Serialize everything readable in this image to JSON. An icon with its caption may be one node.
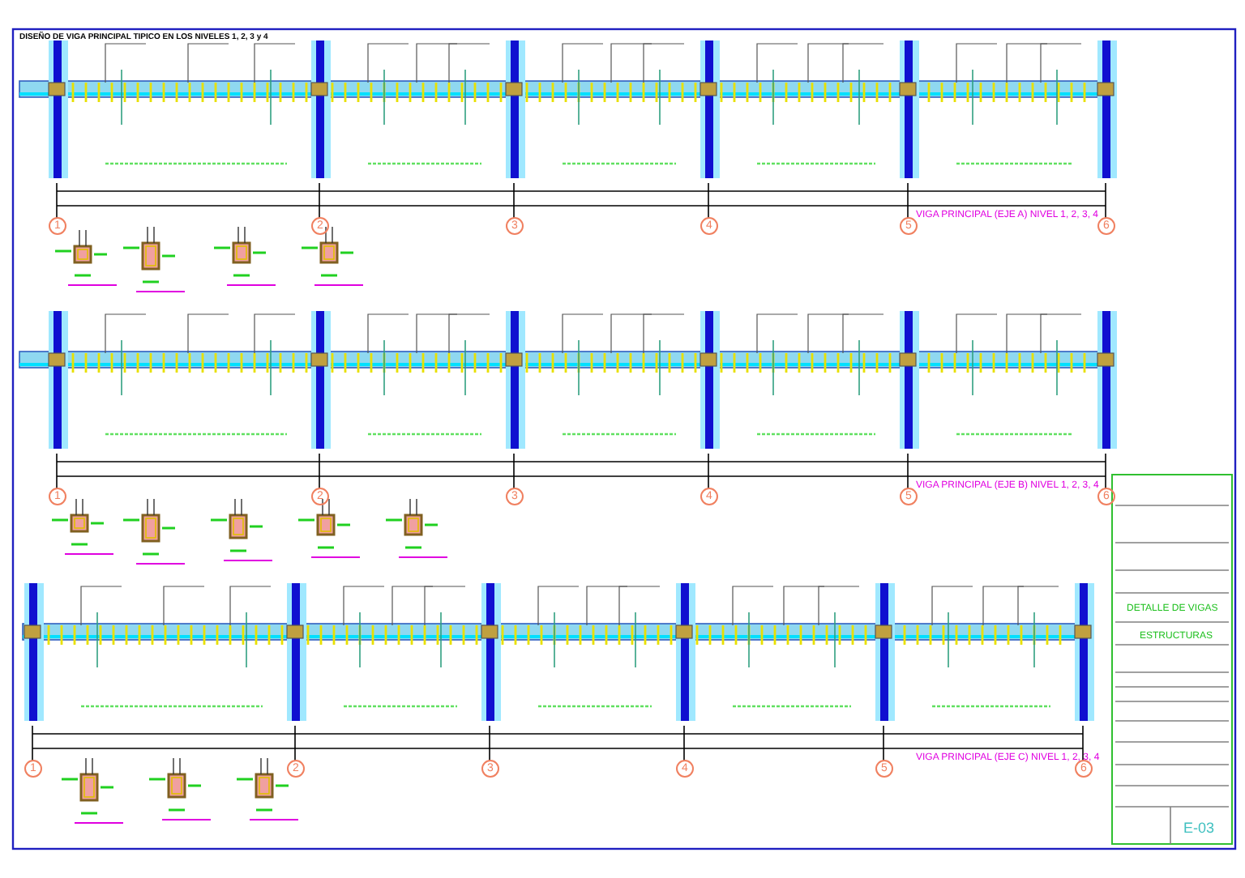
{
  "diagram": {
    "title": "DISEÑO DE VIGA PRINCIPAL TIPICO EN LOS NIVELES 1, 2, 3 y 4",
    "labels": [
      "1",
      "2",
      "3",
      "4",
      "5",
      "6",
      "VIGA PRINCIPAL (EJE A) NIVEL 1, 2, 3, 4",
      "1",
      "2",
      "3",
      "4",
      "5",
      "6",
      "VIGA PRINCIPAL (EJE B) NIVEL 1, 2, 3, 4",
      "DETALLE DE VIGAS",
      "ESTRUCTURAS",
      "1",
      "2",
      "3",
      "4",
      "5",
      "6",
      "VIGA PRINCIPAL (EJE C) NIVEL 1, 2, 3, 4",
      "E-03"
    ]
  }
}
